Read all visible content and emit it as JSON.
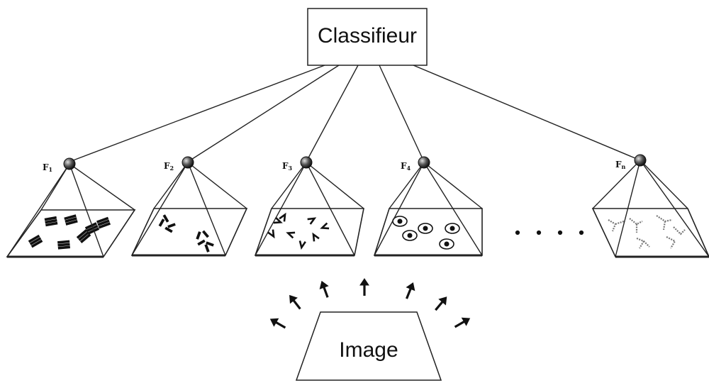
{
  "classifier": {
    "label": "Classifieur"
  },
  "image": {
    "label": "Image"
  },
  "features": [
    {
      "letter": "F",
      "sub": "1",
      "pattern": "bars"
    },
    {
      "letter": "F",
      "sub": "2",
      "pattern": "sticks"
    },
    {
      "letter": "F",
      "sub": "3",
      "pattern": "chevrons"
    },
    {
      "letter": "F",
      "sub": "4",
      "pattern": "blobs"
    },
    {
      "letter": "F",
      "sub": "n",
      "pattern": "branches"
    }
  ],
  "ellipsis": "· · · ·"
}
